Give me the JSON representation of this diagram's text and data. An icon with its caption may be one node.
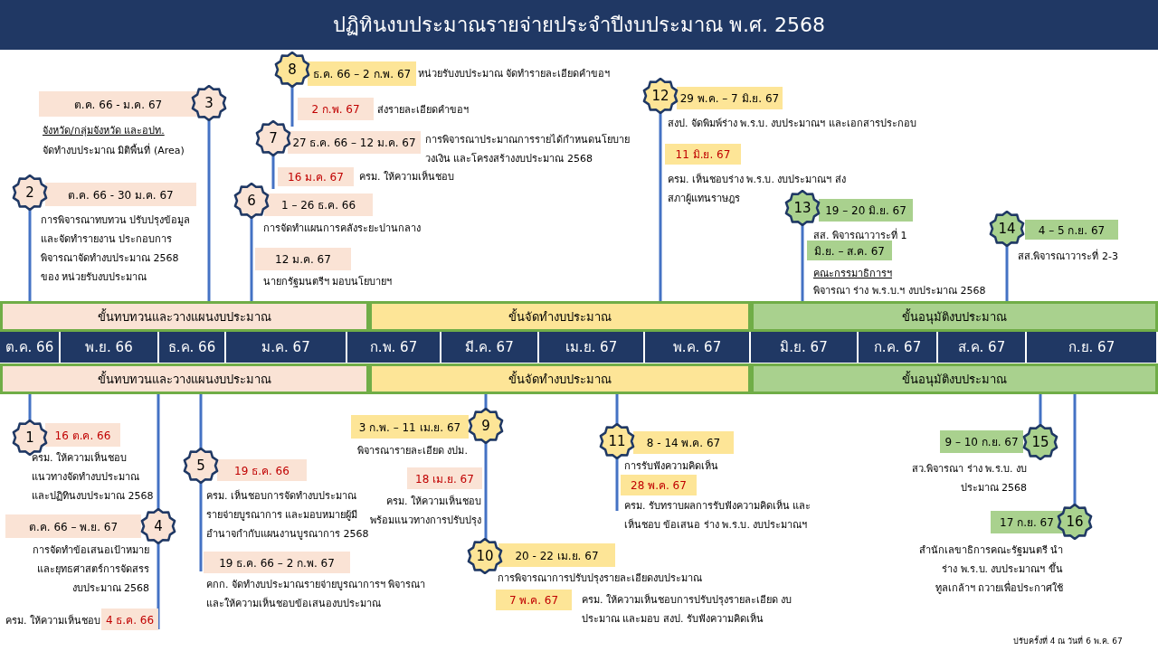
{
  "diagram": {
    "title": "ปฏิทินงบประมาณรายจ่ายประจำปีงบประมาณ พ.ศ. 2568",
    "nodes": [
      {
        "text": [
          "ขั้นทบทวนและวางแผนงบประมาณ"
        ]
      },
      {
        "text": [
          "ขั้นจัดทำงบประมาณ"
        ]
      },
      {
        "text": [
          "ขั้นอนุมัติงบประมาณ"
        ]
      },
      {
        "text": [
          "ขั้นทบทวนและวางแผนงบประมาณ"
        ]
      },
      {
        "text": [
          "ขั้นจัดทำงบประมาณ"
        ]
      },
      {
        "text": [
          "ขั้นอนุมัติงบประมาณ"
        ]
      },
      {
        "text": [
          "1"
        ],
        "beside": [
          "16 ต.ค. 66",
          "ครม. ให้ความเห็นชอบ แนวทางจัดทำงบประมาณ และปฏิทินงบประมาณ 2568"
        ]
      },
      {
        "text": [
          "2"
        ],
        "beside": [
          "ต.ค. 66 - 30 ม.ค. 67",
          "การพิจารณาทบทวน ปรับปรุงข้อมูล และจัดทำรายงาน ประกอบการ พิจารณาจัดทำงบประมาณ 2568 ของ หน่วยรับงบประมาณ"
        ]
      },
      {
        "text": [
          "3"
        ],
        "beside": [
          "ต.ค. 66 - ม.ค. 67",
          "จังหวัด/กลุ่มจังหวัด และอปท.",
          "จัดทำงบประมาณ มิติพื้นที่ (Area)"
        ]
      },
      {
        "text": [
          "4"
        ],
        "beside": [
          "ต.ค. 66 – พ.ย. 67",
          "การจัดทำข้อเสนอเป้าหมาย และยุทธศาสตร์การจัดสรร งบประมาณ 2568",
          "ครม. ให้ความเห็นชอบ",
          "4 ธ.ค. 66"
        ]
      },
      {
        "text": [
          "5"
        ],
        "beside": [
          "19 ธ.ค. 66",
          "ครม. เห็นชอบการจัดทำงบประมาณ รายจ่ายบูรณาการ และมอบหมายผู้มี อำนาจกำกับแผนงานบูรณาการ 2568",
          "19 ธ.ค. 66 – 2 ก.พ. 67",
          "คกก. จัดทำงบประมาณรายจ่ายบูรณาการฯ พิจารณาและให้ความเห็นชอบข้อเสนองบประมาณ"
        ]
      },
      {
        "text": [
          "6"
        ],
        "beside": [
          "1 – 26 ธ.ค. 66",
          "การจัดทำแผนการคลังระยะปานกลาง",
          "12 ม.ค. 67",
          "นายกรัฐมนตรีฯ มอบนโยบายฯ"
        ]
      },
      {
        "text": [
          "7"
        ],
        "beside": [
          "27 ธ.ค. 66 – 12 ม.ค. 67",
          "การพิจารณาประมาณการรายได้กำหนดนโยบาย วงเงิน และโครงสร้างงบประมาณ 2568",
          "16 ม.ค. 67",
          "ครม. ให้ความเห็นชอบ"
        ]
      },
      {
        "text": [
          "8"
        ],
        "beside": [
          "ธ.ค. 66 – 2 ก.พ. 67",
          "หน่วยรับงบประมาณ จัดทำรายละเอียดคำขอฯ",
          "2 ก.พ. 67",
          "ส่งรายละเอียดคำขอฯ"
        ]
      },
      {
        "text": [
          "9"
        ],
        "beside": [
          "3 ก.พ. – 11 เม.ย. 67",
          "พิจารณารายละเอียด งปม.",
          "18 เม.ย. 67",
          "ครม. ให้ความเห็นชอบ พร้อมแนวทางการปรับปรุง"
        ]
      },
      {
        "text": [
          "10"
        ],
        "beside": [
          "20 - 22 เม.ย. 67",
          "การพิจารณาการปรับปรุงรายละเอียดงบประมาณ",
          "7 พ.ค. 67",
          "ครม. ให้ความเห็นชอบการปรับปรุงรายละเอียด งบประมาณ และมอบ สงป. รับฟังความคิดเห็น"
        ]
      },
      {
        "text": [
          "11"
        ],
        "beside": [
          "8 - 14 พ.ค. 67",
          "การรับฟังความคิดเห็น",
          "28 พ.ค. 67",
          "ครม. รับทราบผลการรับฟังความคิดเห็น และเห็นชอบ ข้อเสนอ ร่าง พ.ร.บ. งบประมาณฯ"
        ]
      },
      {
        "text": [
          "12"
        ],
        "beside": [
          "29 พ.ค. – 7 มิ.ย. 67",
          "สงป. จัดพิมพ์ร่าง พ.ร.บ. งบประมาณฯ และเอกสารประกอบ",
          "11 มิ.ย. 67"
        ]
      },
      {
        "text": [
          "13"
        ],
        "beside": [
          "19 – 20 มิ.ย. 67",
          "สส. พิจารณาวาระที่ 1",
          "มิ.ย. – ส.ค. 67",
          "คณะกรรมาธิการฯ"
        ]
      },
      {
        "text": [
          "14"
        ],
        "beside": [
          "4 – 5 ก.ย. 67",
          "สส.พิจารณาวาระที่ 2-3"
        ]
      },
      {
        "text": [
          "15"
        ],
        "beside": [
          "9 – 10 ก.ย. 67",
          "สว.พิจารณา ร่าง พ.ร.บ. งบประมาณ 2568"
        ]
      },
      {
        "text": [
          "16"
        ],
        "beside": [
          "17 ก.ย. 67",
          "สำนักเลขาธิการคณะรัฐมนตรี นำร่าง พ.ร.บ. งบประมาณฯ ขึ้นทูลเกล้าฯ ถวายเพื่อประกาศใช้"
        ]
      }
    ],
    "edges": [
      {
        "from": 0,
        "to": 8,
        "arrow": "none"
      },
      {
        "from": 0,
        "to": 7,
        "arrow": "none"
      },
      {
        "from": 0,
        "to": 11,
        "arrow": "none"
      },
      {
        "from": 13,
        "to": 12,
        "arrow": "none"
      },
      {
        "from": 12,
        "to": 11,
        "arrow": "none"
      },
      {
        "from": 1,
        "to": 17,
        "arrow": "none"
      },
      {
        "from": 2,
        "to": 18,
        "arrow": "none"
      },
      {
        "from": 2,
        "to": 19,
        "arrow": "none"
      },
      {
        "from": 3,
        "to": 6,
        "arrow": "none"
      },
      {
        "from": 3,
        "to": 9,
        "arrow": "none"
      },
      {
        "from": 3,
        "to": 10,
        "arrow": "none"
      },
      {
        "from": 4,
        "to": 14,
        "arrow": "none"
      },
      {
        "from": 14,
        "to": 15,
        "arrow": "none"
      },
      {
        "from": 4,
        "to": 16,
        "arrow": "none"
      },
      {
        "from": 5,
        "to": 20,
        "arrow": "none"
      },
      {
        "from": 5,
        "to": 21,
        "arrow": "none"
      }
    ],
    "labels": [
      "ครม. เห็นชอบร่าง พ.ร.บ. งบประมาณฯ ส่งสภาผู้แทนราษฎร",
      "พิจารณา ร่าง พ.ร.บ.ฯ งบประมาณ 2568",
      "ต.ค. 66",
      "พ.ย. 66",
      "ธ.ค. 66",
      "ม.ค. 67",
      "ก.พ. 67",
      "มี.ค. 67",
      "เม.ย. 67",
      "พ.ค. 67",
      "มิ.ย. 67",
      "ก.ค. 67",
      "ส.ค. 67",
      "ก.ย. 67",
      "ปรับครั้งที่ 4 ณ วันที่ 6 พ.ค. 67"
    ]
  }
}
